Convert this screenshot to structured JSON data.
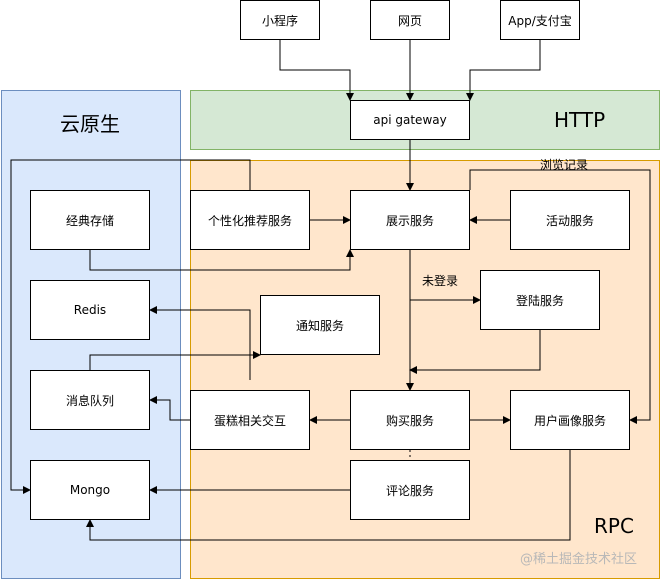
{
  "regions": {
    "cloud_native": "云原生",
    "http": "HTTP",
    "rpc": "RPC"
  },
  "nodes": {
    "miniprogram": "小程序",
    "webpage": "网页",
    "app_alipay": "App/支付宝",
    "api_gateway": "api gateway",
    "classic_storage": "经典存储",
    "redis": "Redis",
    "message_queue": "消息队列",
    "mongo": "Mongo",
    "recommend_service": "个性化推荐服务",
    "display_service": "展示服务",
    "activity_service": "活动服务",
    "notify_service": "通知服务",
    "login_service": "登陆服务",
    "cake_interaction": "蛋糕相关交互",
    "purchase_service": "购买服务",
    "user_profile_service": "用户画像服务",
    "comment_service": "评论服务"
  },
  "edge_labels": {
    "browse_record": "浏览记录",
    "not_logged_in": "未登录"
  },
  "watermark": "@稀土掘金技术社区",
  "colors": {
    "cloud_fill": "#dae8fc",
    "cloud_border": "#6c8ebf",
    "http_fill": "#d5e8d4",
    "http_border": "#82b366",
    "rpc_fill": "#ffe6cc",
    "rpc_border": "#d79b00"
  }
}
